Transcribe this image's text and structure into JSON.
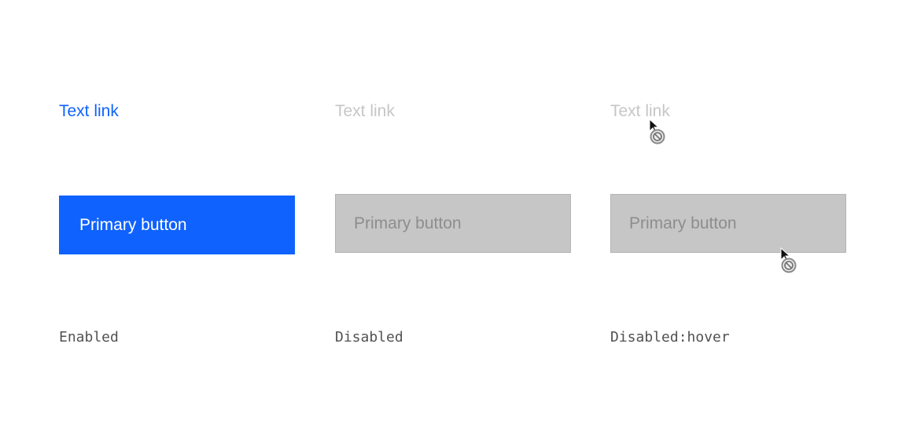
{
  "columns": [
    {
      "link_label": "Text link",
      "button_label": "Primary button",
      "state_label": "Enabled"
    },
    {
      "link_label": "Text link",
      "button_label": "Primary button",
      "state_label": "Disabled"
    },
    {
      "link_label": "Text link",
      "button_label": "Primary button",
      "state_label": "Disabled:hover"
    }
  ],
  "colors": {
    "interactive_blue": "#0f62fe",
    "disabled_fill": "#c6c6c6",
    "disabled_text": "#8d8d8d",
    "label_text": "#525252"
  },
  "icons": [
    "not-allowed-cursor-icon",
    "not-allowed-cursor-icon"
  ]
}
